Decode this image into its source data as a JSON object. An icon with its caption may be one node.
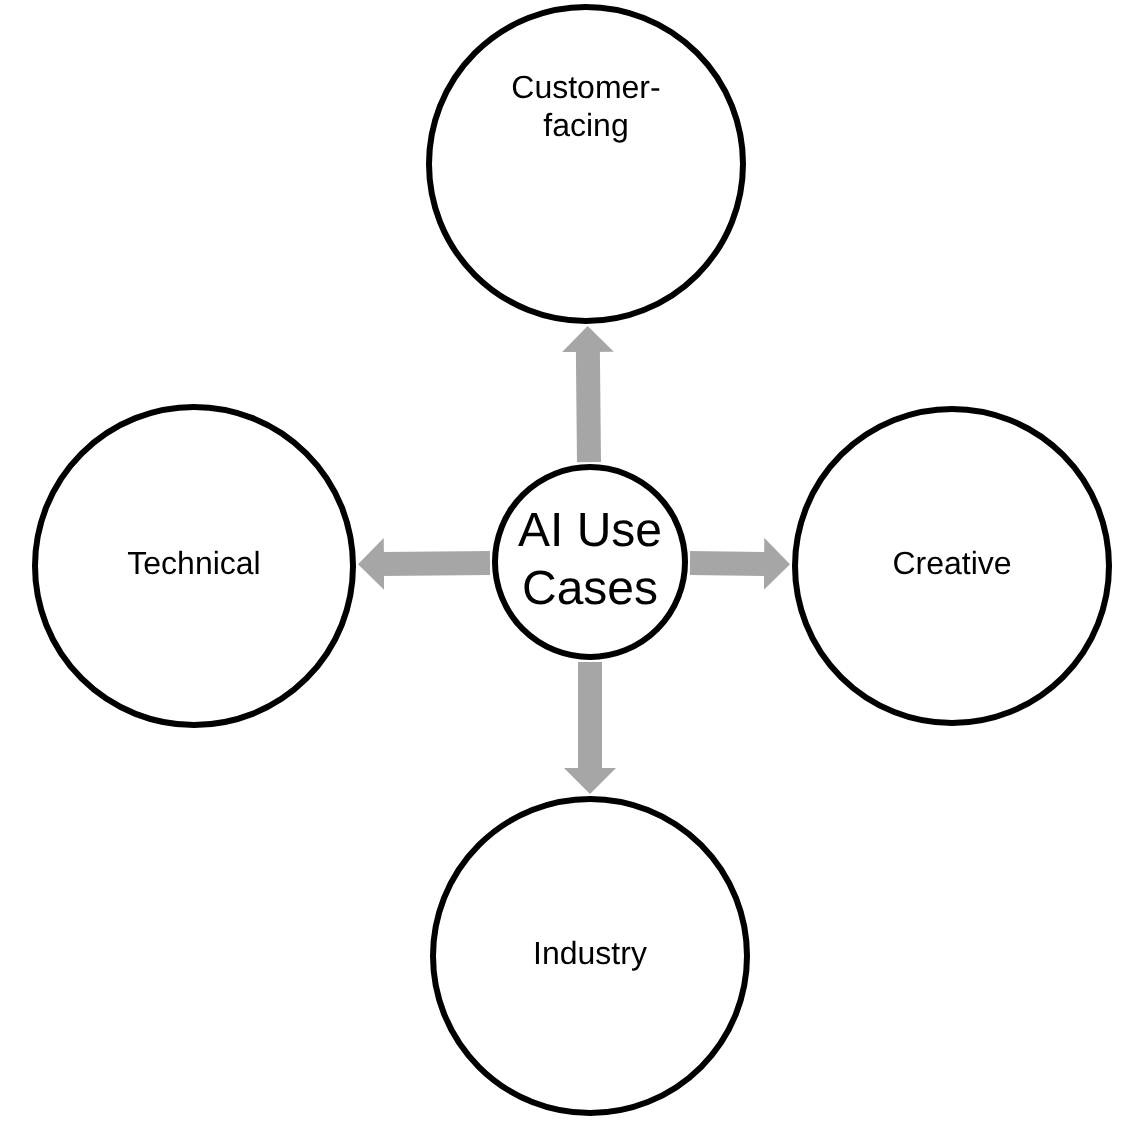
{
  "diagram": {
    "nodes": [
      {
        "text": [
          "AI Use Cases"
        ]
      },
      {
        "text": [
          "Customer-facing"
        ]
      },
      {
        "text": [
          "Technical"
        ]
      },
      {
        "text": [
          "Creative"
        ]
      },
      {
        "text": [
          "Industry"
        ]
      }
    ],
    "edges": [
      {
        "from": 0,
        "to": 1,
        "arrow": "to"
      },
      {
        "from": 0,
        "to": 2,
        "arrow": "to"
      },
      {
        "from": 0,
        "to": 3,
        "arrow": "to"
      },
      {
        "from": 0,
        "to": 4,
        "arrow": "to"
      }
    ]
  }
}
